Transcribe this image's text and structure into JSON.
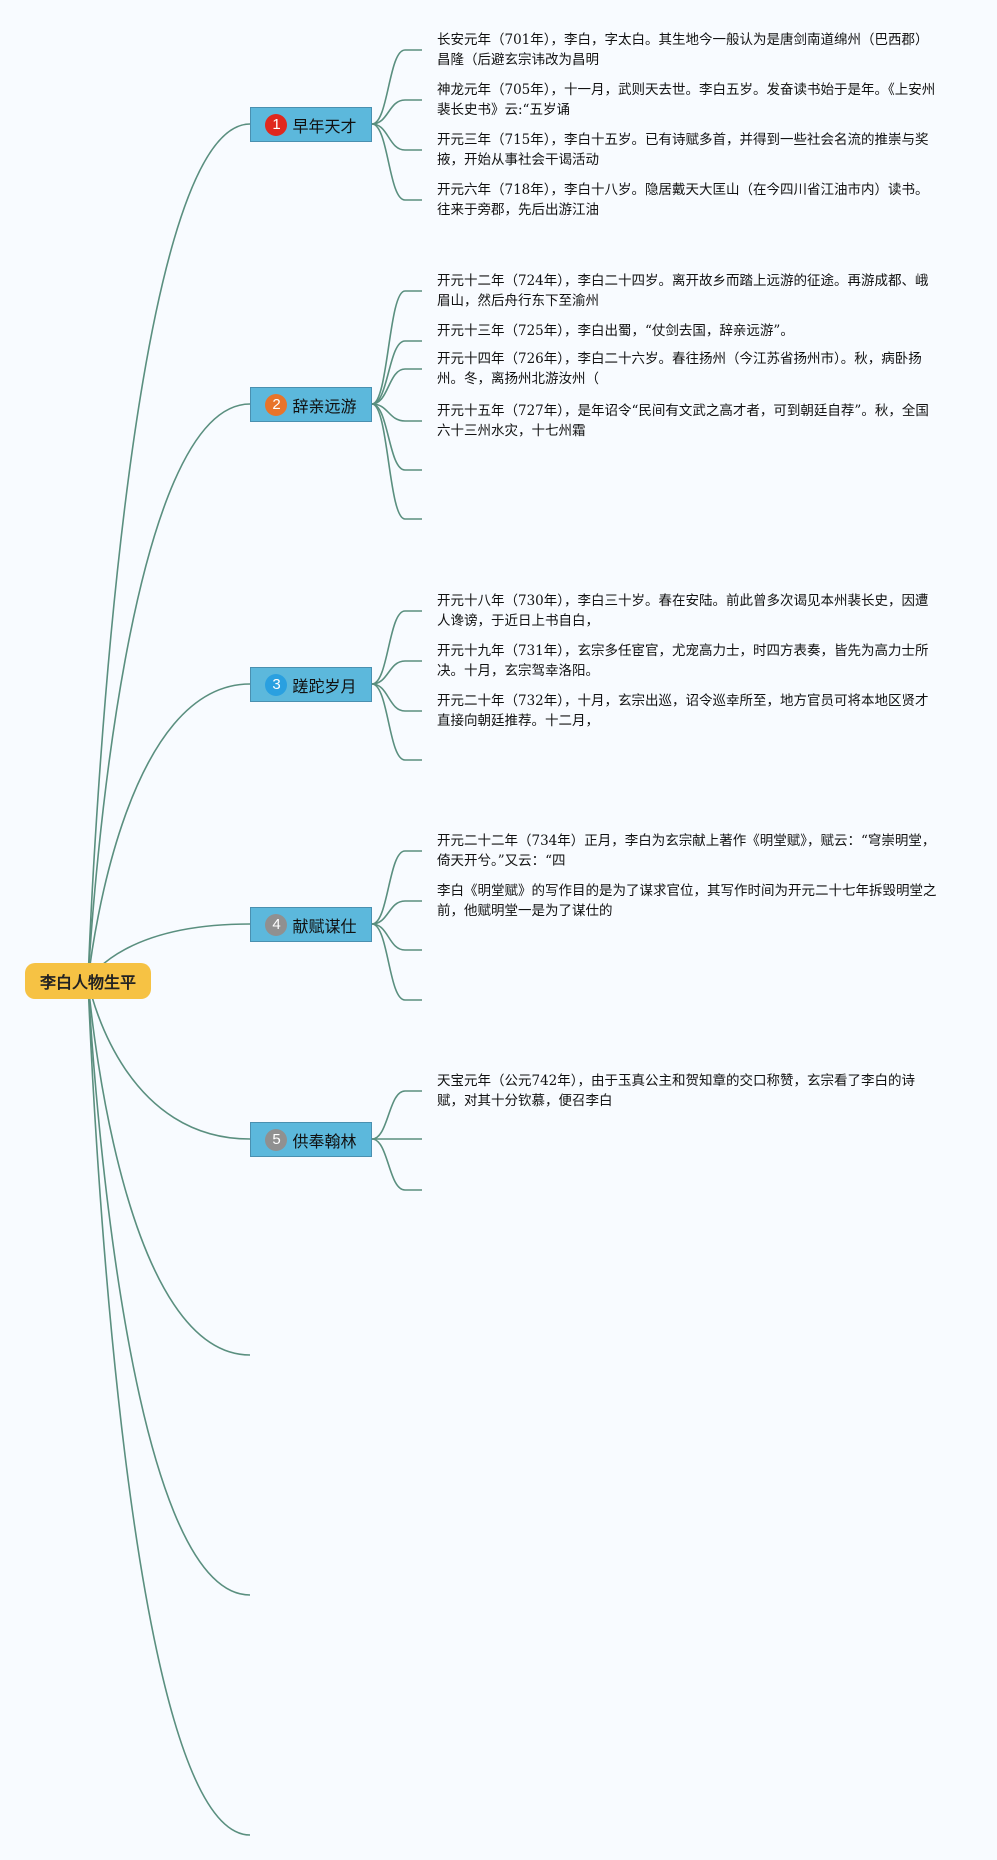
{
  "root": {
    "label": "李白人物生平"
  },
  "branches": [
    {
      "label": "早年天才",
      "number": "1",
      "badge_color": "#e0281e",
      "leaves": [
        "长安元年（701年），李白，字太白。其生地今一般认为是唐剑南道绵州（巴西郡）昌隆（后避玄宗讳改为昌明",
        "神龙元年（705年），十一月，武则天去世。李白五岁。发奋读书始于是年。《上安州裴长史书》云:“五岁诵",
        "开元三年（715年），李白十五岁。已有诗赋多首，并得到一些社会名流的推崇与奖掖，开始从事社会干谒活动",
        "开元六年（718年），李白十八岁。隐居戴天大匡山（在今四川省江油市内）读书。往来于旁郡，先后出游江油"
      ],
      "empty_leaves": 0
    },
    {
      "label": "辞亲远游",
      "number": "2",
      "badge_color": "#e8742a",
      "leaves": [
        "开元十二年（724年），李白二十四岁。离开故乡而踏上远游的征途。再游成都、峨眉山，然后舟行东下至渝州",
        "开元十三年（725年），李白出蜀，“仗剑去国，辞亲远游”。",
        "开元十四年（726年），李白二十六岁。春往扬州（今江苏省扬州市）。秋，病卧扬州。冬，离扬州北游汝州（",
        "开元十五年（727年），是年诏令“民间有文武之高才者，可到朝廷自荐”。秋，全国六十三州水灾，十七州霜"
      ],
      "empty_leaves": 2
    },
    {
      "label": "蹉跎岁月",
      "number": "3",
      "badge_color": "#2aa0e0",
      "leaves": [
        "开元十八年（730年），李白三十岁。春在安陆。前此曾多次谒见本州裴长史，因遭人谗谤，于近日上书自白，",
        "开元十九年（731年），玄宗多任宦官，尤宠高力士，时四方表奏，皆先为高力士所决。十月，玄宗驾幸洛阳。",
        "开元二十年（732年），十月，玄宗出巡，诏令巡幸所至，地方官员可将本地区贤才直接向朝廷推荐。十二月，"
      ],
      "empty_leaves": 1
    },
    {
      "label": "献赋谋仕",
      "number": "4",
      "badge_color": "#909090",
      "leaves": [
        "开元二十二年（734年）正月，李白为玄宗献上著作《明堂赋》，赋云：“穹崇明堂，倚天开兮。”又云：“四",
        "李白《明堂赋》的写作目的是为了谋求官位，其写作时间为开元二十七年拆毁明堂之前，他赋明堂一是为了谋仕的"
      ],
      "empty_leaves": 2
    },
    {
      "label": "供奉翰林",
      "number": "5",
      "badge_color": "#909090",
      "leaves": [
        "天宝元年（公元742年），由于玉真公主和贺知章的交口称赞，玄宗看了李白的诗赋，对其十分钦慕，便召李白"
      ],
      "empty_leaves": 2
    }
  ],
  "colors": {
    "line": "#5a8f7f",
    "root_fill": "#f6c244",
    "branch_fill": "#5cb8dc"
  }
}
